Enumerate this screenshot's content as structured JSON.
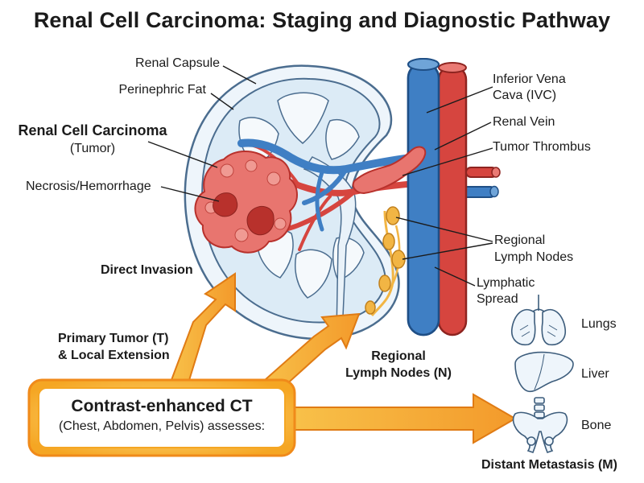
{
  "title": "Renal Cell Carcinoma: Staging and Diagnostic Pathway",
  "labels": {
    "renal_capsule": "Renal Capsule",
    "perinephric_fat": "Perinephric Fat",
    "rcc_bold": "Renal Cell Carcinoma",
    "rcc_sub": "(Tumor)",
    "necrosis": "Necrosis/Hemorrhage",
    "ivc_line1": "Inferior Vena",
    "ivc_line2": "Cava (IVC)",
    "renal_vein": "Renal Vein",
    "tumor_thrombus": "Tumor Thrombus",
    "regional_nodes_line1": "Regional",
    "regional_nodes_line2": "Lymph Nodes",
    "lymphatic_line1": "Lymphatic",
    "lymphatic_line2": "Spread",
    "direct_invasion": "Direct Invasion",
    "primary_line1": "Primary Tumor (T)",
    "primary_line2": "& Local Extension",
    "n_line1": "Regional",
    "n_line2": "Lymph Nodes (N)",
    "lungs": "Lungs",
    "liver": "Liver",
    "bone": "Bone",
    "distant": "Distant Metastasis (M)"
  },
  "ct_box": {
    "title": "Contrast-enhanced CT",
    "subtitle": "(Chest, Abdomen, Pelvis) assesses:"
  },
  "icons": [
    "kidney-cross-section-icon",
    "ivc-vessel-icon",
    "aorta-vessel-icon",
    "tumor-icon",
    "lymph-node-icon",
    "lungs-icon",
    "liver-icon",
    "pelvis-bone-icon"
  ],
  "colors": {
    "tumor": "#e8756f",
    "necrosis": "#b8312c",
    "vein": "#3f7fc4",
    "artery": "#d6453f",
    "lymph": "#f2b544",
    "arrow": "#f5a623",
    "kidney_fill": "#dcebf6",
    "kidney_outline": "#4b6d8f"
  }
}
